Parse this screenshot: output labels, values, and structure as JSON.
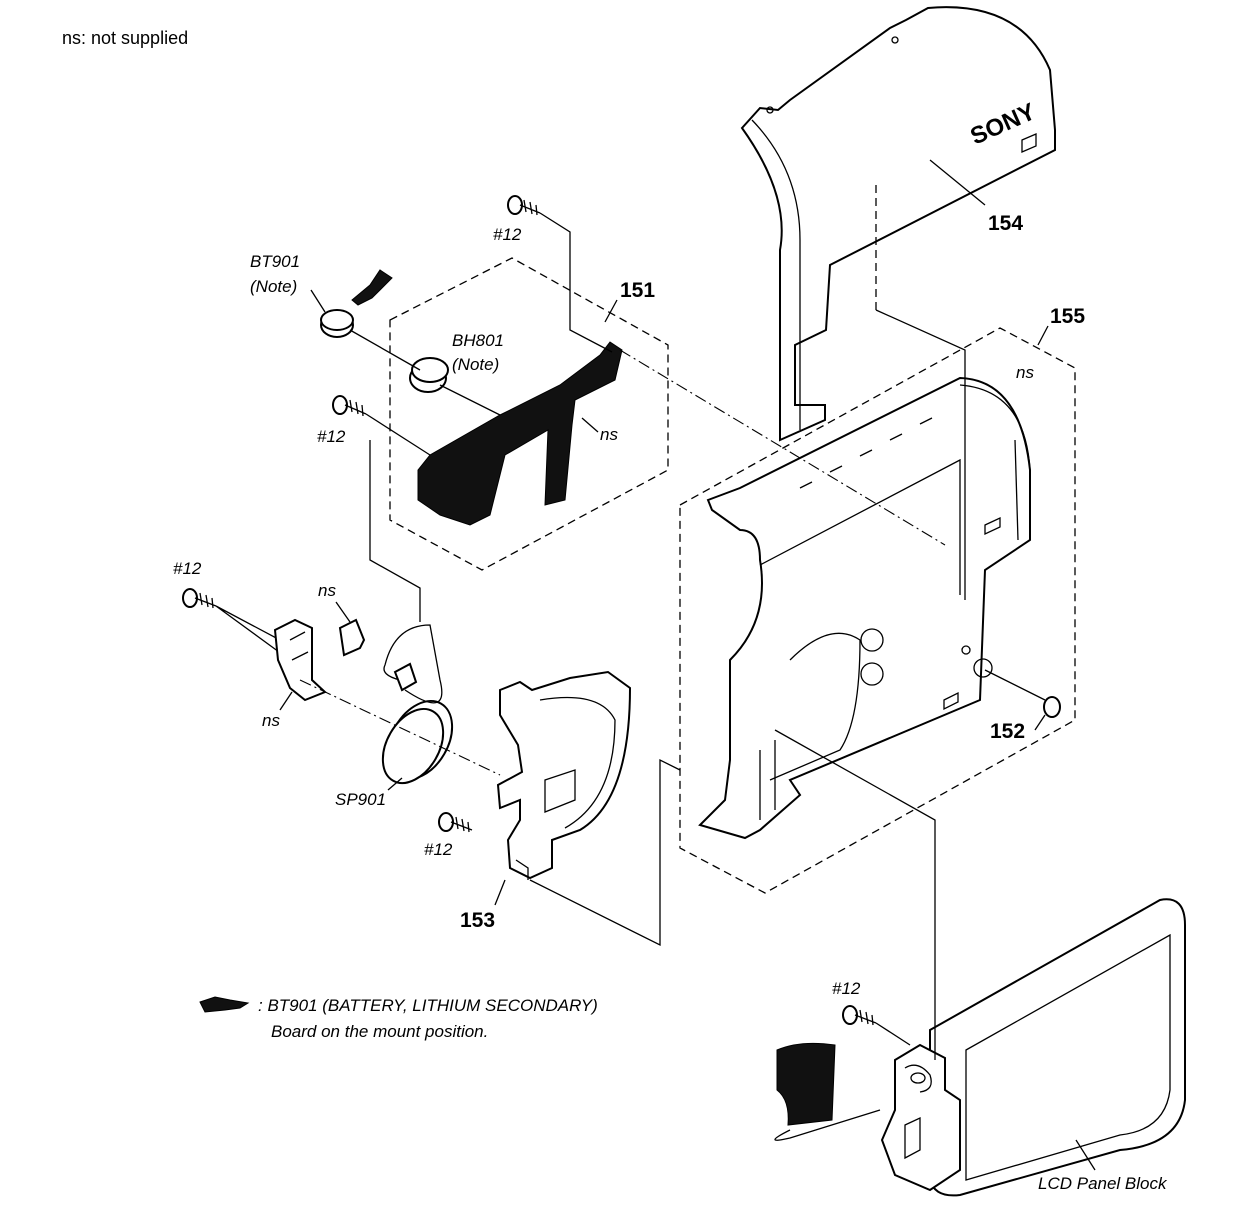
{
  "header": {
    "note": "ns: not supplied"
  },
  "labels": {
    "p154": "154",
    "p151": "151",
    "p155": "155",
    "p152": "152",
    "p153": "153",
    "screw_label": "#12",
    "bt901": "BT901",
    "bt901_note": "(Note)",
    "bh801": "BH801",
    "bh801_note": "(Note)",
    "ns": "ns",
    "sp901": "SP901",
    "lcd_block": "LCD Panel Block",
    "brand": "SONY"
  },
  "legend": {
    "line1": ": BT901 (BATTERY, LITHIUM SECONDARY)",
    "line2": "Board on the mount position."
  }
}
